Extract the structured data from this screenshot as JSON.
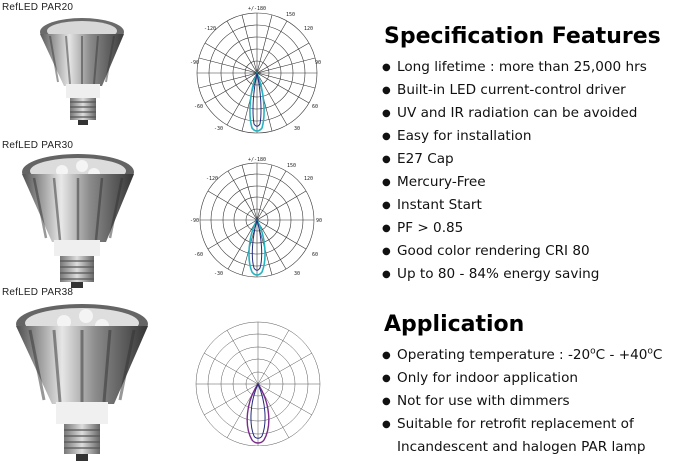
{
  "lamps": [
    {
      "label": "RefLED PAR20",
      "top_scale": "+/-180",
      "scale_labels": [
        "150",
        "-120",
        "120",
        "-90",
        "90",
        "-60",
        "60",
        "-30",
        "30"
      ]
    },
    {
      "label": "RefLED PAR30",
      "top_scale": "+/-180",
      "scale_labels": [
        "150",
        "-120",
        "120",
        "-90",
        "90",
        "-60",
        "60",
        "-30",
        "30"
      ]
    },
    {
      "label": "RefLED PAR38"
    }
  ],
  "spec": {
    "title": "Specification Features",
    "items": [
      "Long lifetime : more than 25,000 hrs",
      "Built-in LED current-control driver",
      "UV and IR radiation can be avoided",
      "Easy for installation",
      "E27 Cap",
      "Mercury-Free",
      "Instant Start",
      "PF > 0.85",
      "Good color rendering CRI 80",
      "Up to 80 - 84% energy saving"
    ]
  },
  "application": {
    "title": "Application",
    "temp_prefix": "Operating temperature : -20",
    "temp_degree": "o",
    "temp_middle": "C - +40",
    "temp_degree2": "o",
    "temp_suffix": "C",
    "items": [
      "Only for indoor application",
      "Not for use with dimmers"
    ],
    "retrofit_line1": "Suitable for retrofit replacement of",
    "retrofit_line2": "Incandescent and halogen PAR lamp"
  },
  "colors": {
    "curve_teal": "#26b3c0",
    "curve_navy": "#232a7a",
    "curve_purple": "#7a2a8a"
  }
}
